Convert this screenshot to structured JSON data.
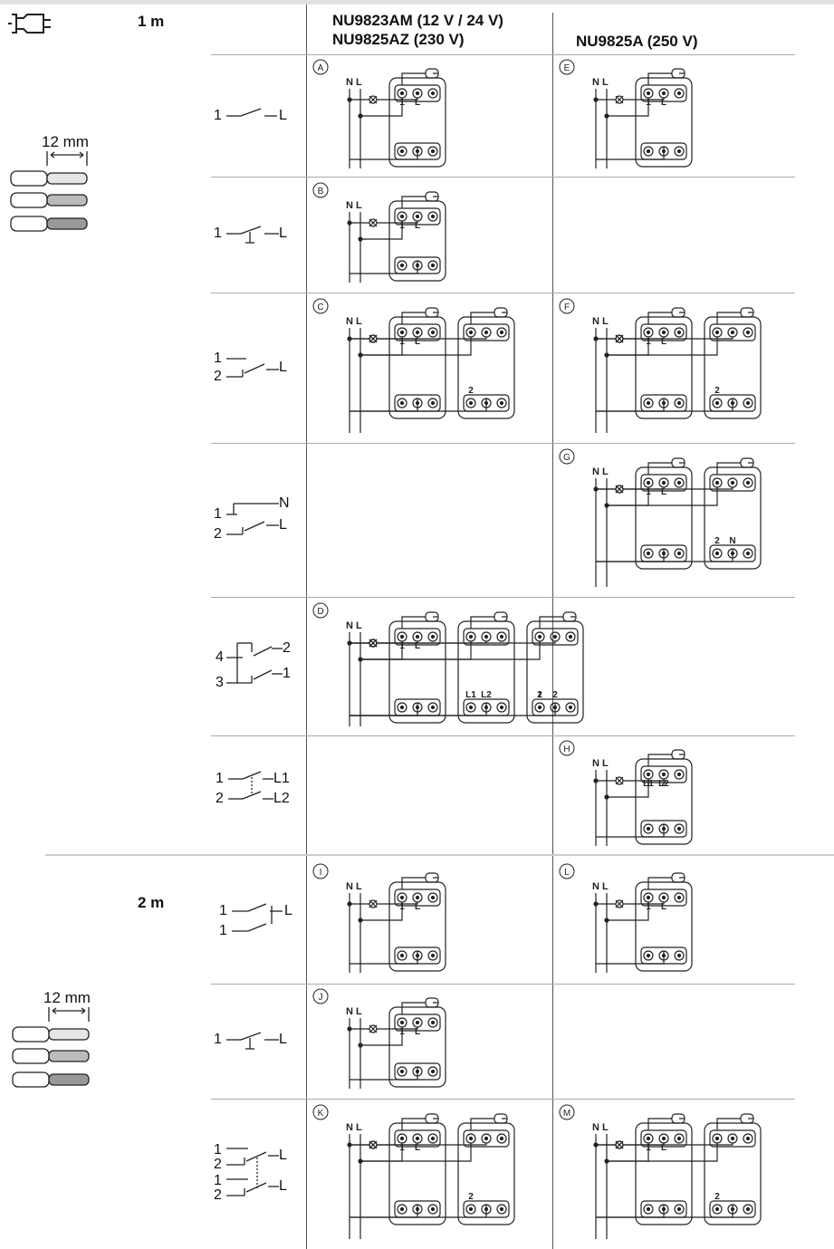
{
  "header": {
    "col1_line1": "NU9823AM (12 V / 24 V)",
    "col1_line2": "NU9825AZ (230 V)",
    "col2": "NU9825A (250 V)"
  },
  "section1": {
    "length": "1 m",
    "strip": "12 mm"
  },
  "section2": {
    "length": "2 m",
    "strip": "12 mm"
  },
  "switch_symbols": {
    "r1": [
      "1",
      "L"
    ],
    "r2": [
      "1",
      "L"
    ],
    "r3": [
      "1",
      "2",
      "L"
    ],
    "r4": [
      "1",
      "2",
      "N",
      "L"
    ],
    "r5": [
      "4",
      "3",
      "2",
      "1"
    ],
    "r6": [
      "1",
      "2",
      "L1",
      "L2"
    ],
    "r7": [
      "1",
      "1",
      "L"
    ],
    "r8": [
      "1",
      "L"
    ],
    "r9": [
      "1",
      "2",
      "1",
      "2",
      "L",
      "L"
    ]
  },
  "diagrams": [
    {
      "letter": "A",
      "lines": "N L",
      "terms": [
        "1",
        "L"
      ]
    },
    {
      "letter": "E",
      "lines": "N L",
      "terms": [
        "1",
        "L"
      ]
    },
    {
      "letter": "B",
      "lines": "N L",
      "terms": [
        "1",
        "L"
      ]
    },
    {
      "letter": "C",
      "lines": "N L",
      "terms": [
        "1",
        "L",
        "2"
      ]
    },
    {
      "letter": "F",
      "lines": "N L",
      "terms": [
        "1",
        "L",
        "2"
      ]
    },
    {
      "letter": "G",
      "lines": "N L",
      "terms": [
        "1",
        "L",
        "2",
        "N"
      ]
    },
    {
      "letter": "D",
      "lines": "N L",
      "terms": [
        "1",
        "L",
        "L1",
        "L2",
        "1",
        "2",
        "2"
      ]
    },
    {
      "letter": "H",
      "lines": "N L",
      "terms": [
        "1",
        "2",
        "L1",
        "L2"
      ]
    },
    {
      "letter": "I",
      "lines": "N L",
      "terms": [
        "1",
        "L"
      ]
    },
    {
      "letter": "L",
      "lines": "N L",
      "terms": [
        "1",
        "L"
      ]
    },
    {
      "letter": "J",
      "lines": "N L",
      "terms": [
        "1",
        "L"
      ]
    },
    {
      "letter": "K",
      "lines": "N L",
      "terms": [
        "1",
        "L",
        "2"
      ]
    },
    {
      "letter": "M",
      "lines": "N L",
      "terms": [
        "1",
        "L",
        "2"
      ]
    }
  ]
}
